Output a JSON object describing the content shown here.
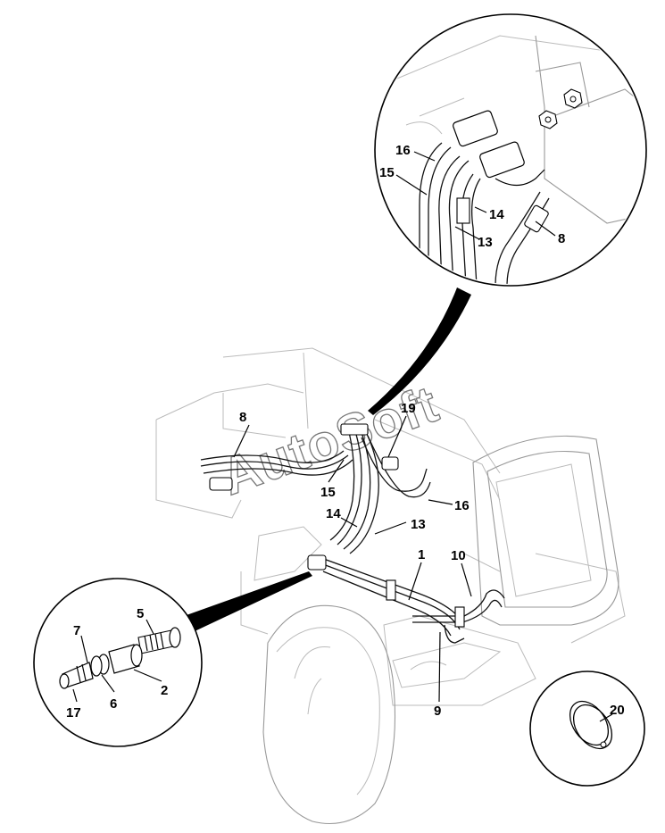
{
  "watermark": "AutoSoft",
  "callouts": {
    "main": [
      {
        "id": "c-8",
        "text": "8"
      },
      {
        "id": "c-19",
        "text": "19"
      },
      {
        "id": "c-15",
        "text": "15"
      },
      {
        "id": "c-16",
        "text": "16"
      },
      {
        "id": "c-14",
        "text": "14"
      },
      {
        "id": "c-13",
        "text": "13"
      },
      {
        "id": "c-1",
        "text": "1"
      },
      {
        "id": "c-10",
        "text": "10"
      },
      {
        "id": "c-9",
        "text": "9"
      }
    ],
    "detail_top": [
      {
        "id": "d-16",
        "text": "16"
      },
      {
        "id": "d-15",
        "text": "15"
      },
      {
        "id": "d-14",
        "text": "14"
      },
      {
        "id": "d-13",
        "text": "13"
      },
      {
        "id": "d-8",
        "text": "8"
      }
    ],
    "detail_left": [
      {
        "id": "l-5",
        "text": "5"
      },
      {
        "id": "l-7",
        "text": "7"
      },
      {
        "id": "l-2",
        "text": "2"
      },
      {
        "id": "l-6",
        "text": "6"
      },
      {
        "id": "l-17",
        "text": "17"
      }
    ],
    "detail_right": [
      {
        "id": "r-20",
        "text": "20"
      }
    ]
  }
}
